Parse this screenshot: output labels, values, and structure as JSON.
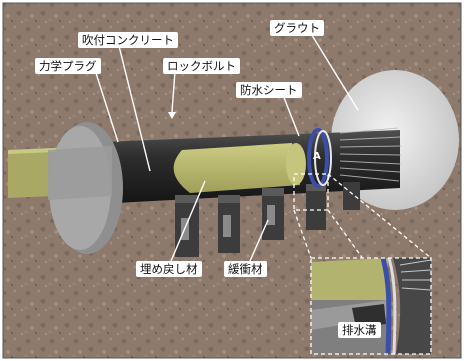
{
  "labels": {
    "grout": "グラウト",
    "shotcrete": "吹付コンクリート",
    "mechanical_plug": "力学プラグ",
    "rock_bolt": "ロックボルト",
    "waterproof_sheet": "防水シート",
    "backfill": "埋め戻し材",
    "buffer": "緩衝材",
    "drainage_groove": "排水溝",
    "detail_marker": "A"
  },
  "colors": {
    "rock": "#8e7b6e",
    "backfill_yellow": "#b9b96d",
    "steel_dark": "#2d2d2d",
    "plug_gray": "#9a9a9a",
    "grout_white": "#e6e6e6",
    "waterproof_blue": "#3c4fa8",
    "callout_line": "#ffffff"
  }
}
